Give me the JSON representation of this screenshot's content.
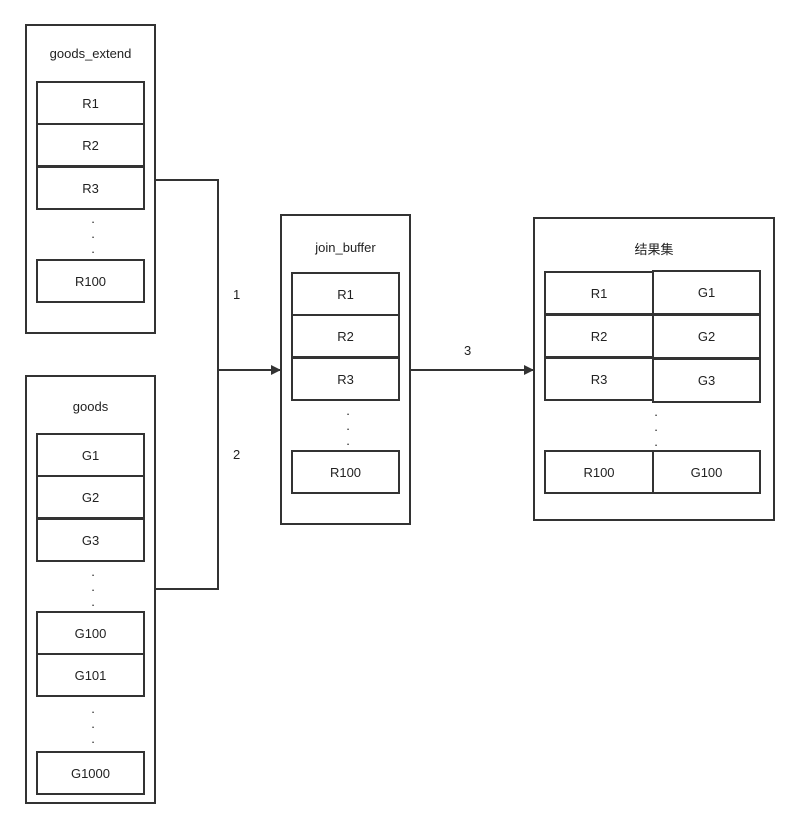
{
  "goods_extend": {
    "title": "goods_extend",
    "rows": [
      "R1",
      "R2",
      "R3"
    ],
    "last": "R100"
  },
  "goods": {
    "title": "goods",
    "rows": [
      "G1",
      "G2",
      "G3"
    ],
    "mid": [
      "G100",
      "G101"
    ],
    "last": "G1000"
  },
  "join_buffer": {
    "title": "join_buffer",
    "rows": [
      "R1",
      "R2",
      "R3"
    ],
    "last": "R100"
  },
  "result": {
    "title": "结果集",
    "rows": [
      [
        "R1",
        "G1"
      ],
      [
        "R2",
        "G2"
      ],
      [
        "R3",
        "G3"
      ]
    ],
    "last": [
      "R100",
      "G100"
    ]
  },
  "steps": {
    "one": "1",
    "two": "2",
    "three": "3"
  },
  "dot": "."
}
